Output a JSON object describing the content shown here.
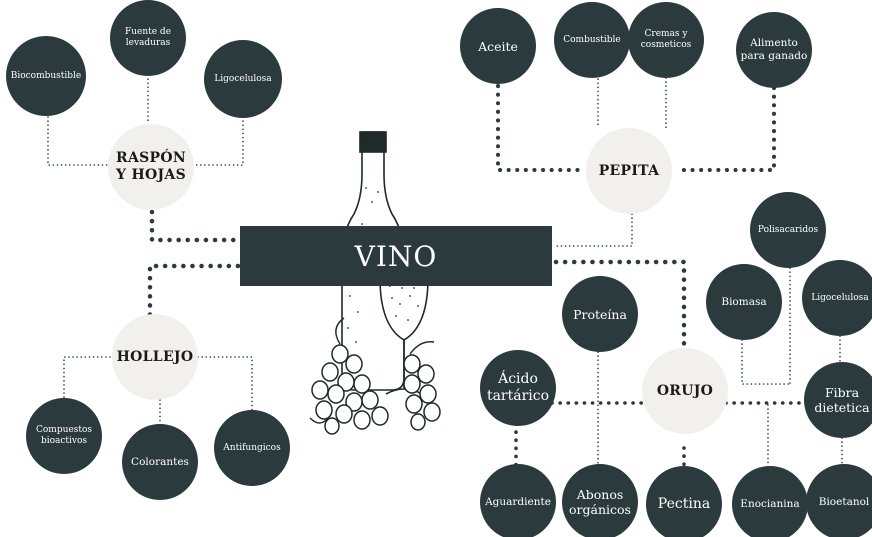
{
  "center": {
    "label": "VINO"
  },
  "hubs": {
    "raspon": "RASPÓN Y HOJAS",
    "pepita": "PEPITA",
    "hollejo": "HOLLEJO",
    "orujo": "ORUJO"
  },
  "products": {
    "biocombustible": "Biocombustible",
    "fuente_levaduras": "Fuente de levaduras",
    "ligocelulosa_1": "Ligocelulosa",
    "aceite": "Aceite",
    "combustible": "Combustible",
    "cremas": "Cremas y cosmeticos",
    "alimento": "Alimento para ganado",
    "compuestos": "Compuestos bioactivos",
    "colorantes": "Colorantes",
    "antifungicos": "Antifungicos",
    "polisacaridos": "Polisacaridos",
    "biomasa": "Biomasa",
    "ligocelulosa_2": "Ligocelulosa",
    "proteina": "Proteína",
    "acido": "Ácido tartárico",
    "fibra": "Fibra dietetica",
    "aguardiente": "Aguardiente",
    "abonos": "Abonos orgánicos",
    "pectina": "Pectina",
    "enocianina": "Enocianina",
    "bioetanol": "Bioetanol"
  },
  "colors": {
    "node_dark": "#2b3b3d",
    "hub_light": "#f2f0ec",
    "connector": "#2b3b3d"
  },
  "illustration": "wine-bottle-glass-grapes-icon"
}
